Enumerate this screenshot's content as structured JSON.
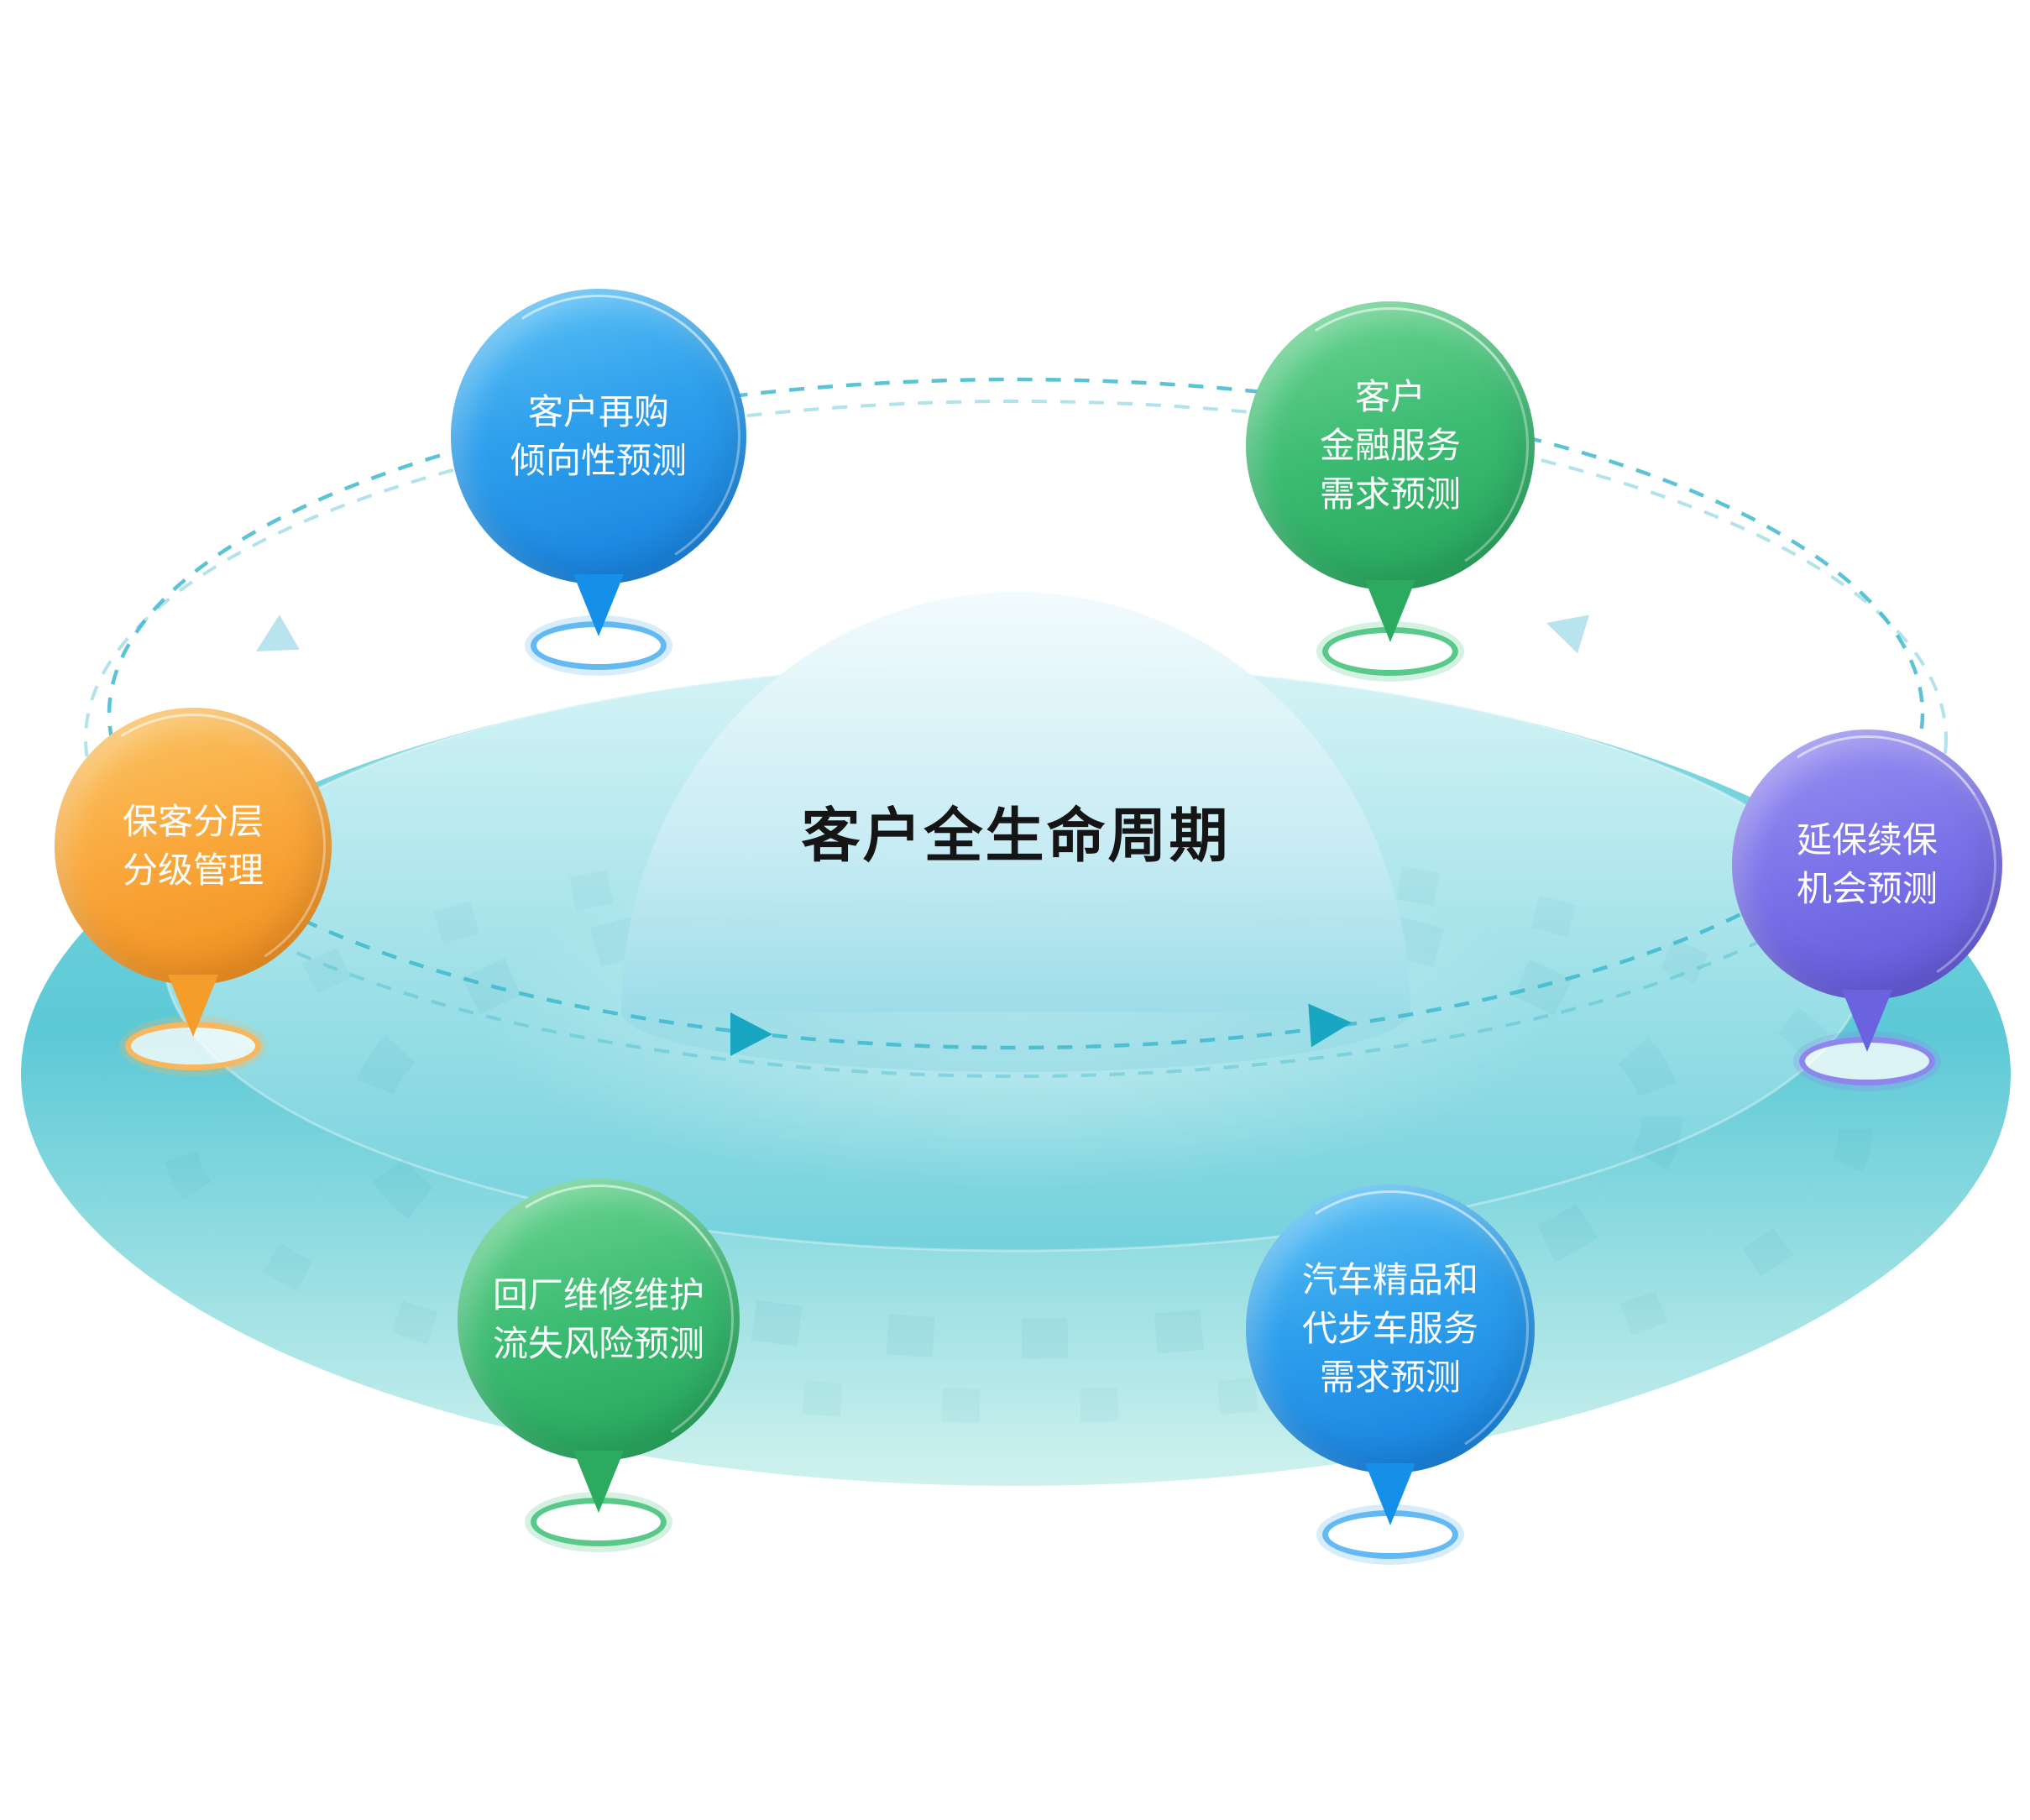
{
  "center": {
    "title": "客户全生命周期"
  },
  "nodes": [
    {
      "id": "customer-repurchase-propensity",
      "color": "blue",
      "label": "客户再购\n倾向性预测"
    },
    {
      "id": "customer-finance-service-demand",
      "color": "green",
      "label": "客户\n金融服务\n需求预测"
    },
    {
      "id": "retained-customer-tier-management",
      "color": "orange",
      "label": "保客分层\n分级管理"
    },
    {
      "id": "extended-warranty-renewal-opportunity",
      "color": "purple",
      "label": "延保续保\n机会预测"
    },
    {
      "id": "repair-maintenance-churn-risk",
      "color": "green",
      "label": "回厂维修维护\n流失风险预测"
    },
    {
      "id": "auto-boutique-courtesy-car-demand",
      "color": "blue",
      "label": "汽车精品和\n代步车服务\n需求预测"
    }
  ],
  "colors": {
    "blue": "#1F8FE4",
    "green": "#2FAE62",
    "orange": "#F59122",
    "purple": "#6A63DD",
    "platform_teal": "#5CC9D6",
    "orbit_dash": "#3EB9CE",
    "arrow_solid": "#19A6C2",
    "arrow_light": "#B9E4EE"
  }
}
